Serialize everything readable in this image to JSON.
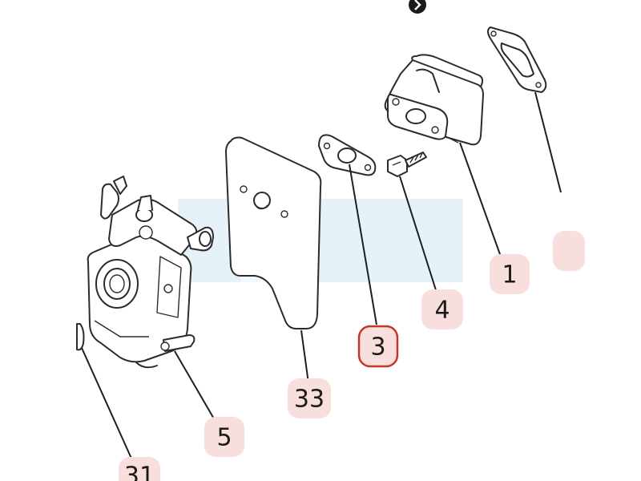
{
  "diagram": {
    "highlighted_part": "3",
    "colors": {
      "callout_bg": "#f9dede",
      "callout_selected_border": "#c0392b",
      "watermark": "#e5f2f8",
      "line": "#2b2b2b"
    },
    "callouts": [
      {
        "id": "1",
        "label": "1"
      },
      {
        "id": "3",
        "label": "3"
      },
      {
        "id": "4",
        "label": "4"
      },
      {
        "id": "5",
        "label": "5"
      },
      {
        "id": "31",
        "label": "31"
      },
      {
        "id": "33",
        "label": "33"
      }
    ],
    "nav_icon": "chevron-right-circle-icon"
  }
}
